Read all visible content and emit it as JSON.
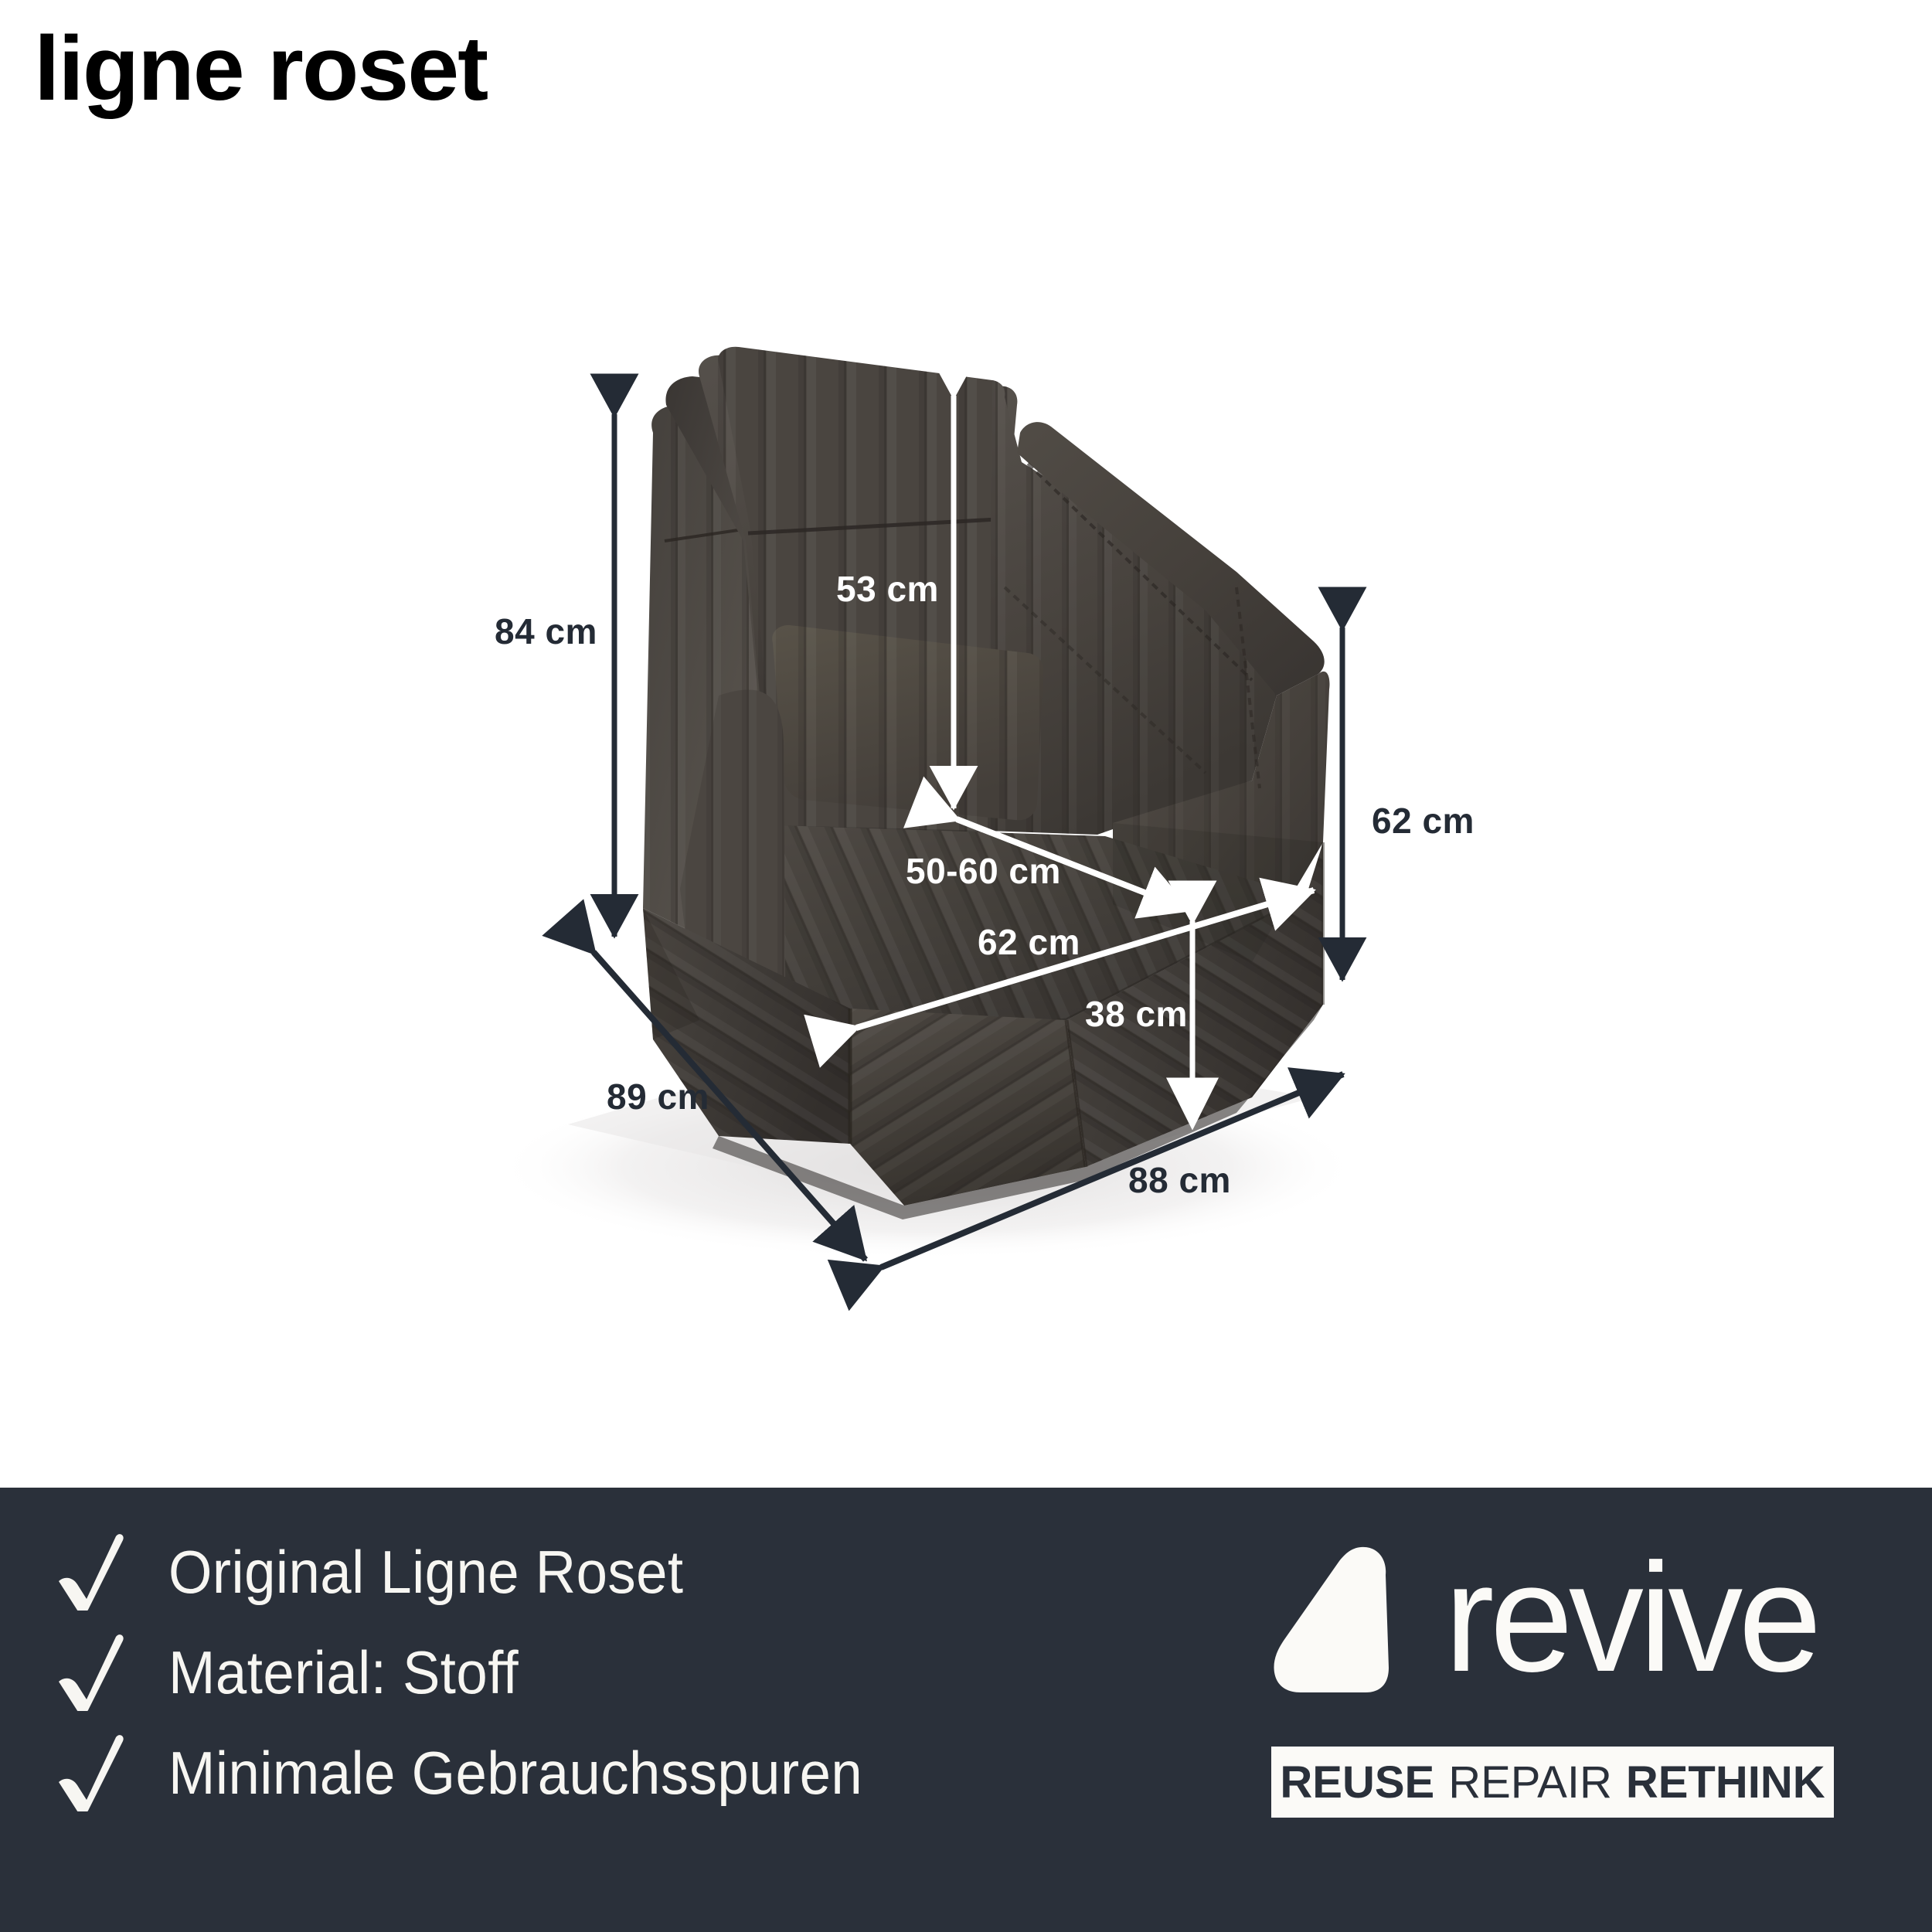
{
  "brand": {
    "logo_text": "ligne roset"
  },
  "product": {
    "type": "armchair",
    "material_description": "dark grey quilted fabric armchair",
    "fabric_color": "#4a4642",
    "fabric_color_dark": "#37332f",
    "fabric_color_light": "#5d5852",
    "shadow_color": "#eceaea"
  },
  "dimensions": {
    "overall_height": "84 cm",
    "backrest_height": "53 cm",
    "armrest_height": "62 cm",
    "seat_depth_range": "50-60 cm",
    "seat_width": "62 cm",
    "seat_height": "38 cm",
    "overall_depth": "89 cm",
    "overall_width": "88 cm"
  },
  "features": {
    "items": [
      {
        "icon": "check-icon",
        "label": "Original Ligne Roset"
      },
      {
        "icon": "check-icon",
        "label": "Material: Stoff"
      },
      {
        "icon": "check-icon",
        "label": "Minimale Gebrauchsspuren"
      }
    ]
  },
  "revive": {
    "wordmark": "revive",
    "mark_icon": "revive-leaf-icon",
    "tagline": {
      "word1": "REUSE",
      "word2": "REPAIR",
      "word3": "RETHINK"
    }
  },
  "colors": {
    "banner_background": "#2a303a",
    "banner_text": "#f7f6f2",
    "tagline_box_background": "#fbfaf7",
    "tagline_text": "#2a303a",
    "dimension_dark": "#242b35",
    "dimension_light": "#ffffff",
    "page_background": "#ffffff"
  }
}
